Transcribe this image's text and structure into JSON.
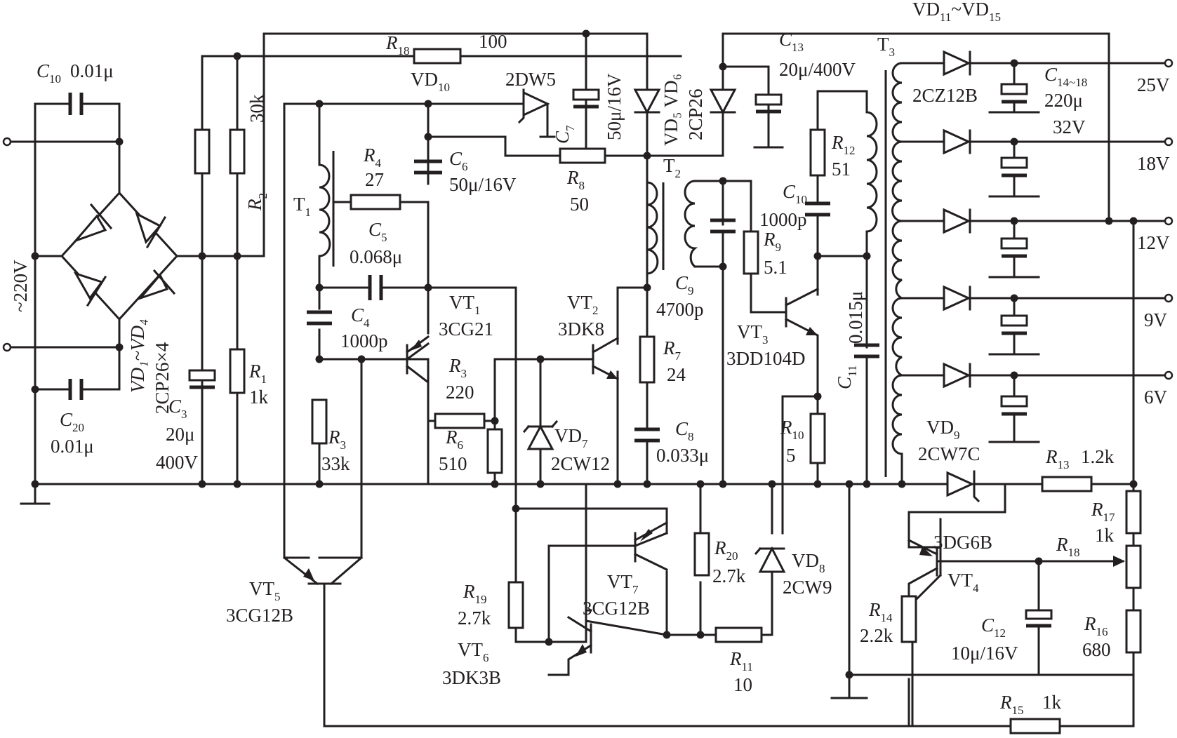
{
  "labels": {
    "c10_top": "0.01μ",
    "c10_name": "C",
    "c10_sub": "10",
    "mains": "~220V",
    "c20_name": "C",
    "c20_sub": "20",
    "c20_val": "0.01μ",
    "bridge_name": "VD₁~VD₄",
    "bridge_type": "2CP26×4",
    "c3_name": "C",
    "c3_sub": "3",
    "c3_val1": "20μ",
    "c3_val2": "400V",
    "r2_val": "30k",
    "r2_name": "R",
    "r2_sub": "2",
    "r1_name": "R",
    "r1_sub": "1",
    "r1_val": "1k",
    "r18_name": "R",
    "r18_sub": "18",
    "r18_val": "100",
    "vd10_name": "VD",
    "vd10_sub": "10",
    "vd10_type": "2DW5",
    "c7_name": "C",
    "c7_sub": "7",
    "c7_val": "50μ/16V",
    "vd56_name": "VD₅ VD₆",
    "vd56_type": "2CP26",
    "c6_name": "C",
    "c6_sub": "6",
    "c6_val": "50μ/16V",
    "r8_name": "R",
    "r8_sub": "8",
    "r8_val": "50",
    "r4_name": "R",
    "r4_sub": "4",
    "r4_val": "27",
    "t1_name": "T",
    "t1_sub": "1",
    "c5_name": "C",
    "c5_sub": "5",
    "c5_val": "0.068μ",
    "c4_name": "C",
    "c4_sub": "4",
    "c4_val": "1000p",
    "vt1_name": "VT",
    "vt1_sub": "1",
    "vt1_type": "3CG21",
    "r3a_name": "R",
    "r3a_sub": "3",
    "r3a_val": "220",
    "r6_name": "R",
    "r6_sub": "6",
    "r6_val": "510",
    "r3b_name": "R",
    "r3b_sub": "3",
    "r3b_val": "33k",
    "vt2_name": "VT",
    "vt2_sub": "2",
    "vt2_type": "3DK8",
    "vd7_name": "VD",
    "vd7_sub": "7",
    "vd7_type": "2CW12",
    "t2_name": "T",
    "t2_sub": "2",
    "c9_name": "C",
    "c9_sub": "9",
    "c9_val": "4700p",
    "r7_name": "R",
    "r7_sub": "7",
    "r7_val": "24",
    "c8_name": "C",
    "c8_sub": "8",
    "c8_val": "0.033μ",
    "c13_name": "C",
    "c13_sub": "13",
    "c13_val": "20μ/400V",
    "r12_name": "R",
    "r12_sub": "12",
    "r12_val": "51",
    "c10b_name": "C",
    "c10b_sub": "10",
    "c10b_val": "1000p",
    "r9_name": "R",
    "r9_sub": "9",
    "r9_val": "5.1",
    "vt3_name": "VT",
    "vt3_sub": "3",
    "vt3_type": "3DD104D",
    "c11_name": "C",
    "c11_sub": "11",
    "c11_val": "0.015μ",
    "r10_name": "R",
    "r10_sub": "10",
    "r10_val": "5",
    "t3_name": "T",
    "t3_sub": "3",
    "vd1115_name": "VD",
    "vd1115_sub1": "11",
    "vd1115_sep": "~VD",
    "vd1115_sub2": "15",
    "diode_type": "2CZ12B",
    "c1418_name": "C",
    "c1418_sub": "14~18",
    "c1418_val1": "220μ",
    "c1418_val2": "32V",
    "out_25": "25V",
    "out_18": "18V",
    "out_12": "12V",
    "out_9": "9V",
    "out_6": "6V",
    "vd9_name": "VD",
    "vd9_sub": "9",
    "vd9_type": "2CW7C",
    "r13_name": "R",
    "r13_sub": "13",
    "r13_val": "1.2k",
    "r17_name": "R",
    "r17_sub": "17",
    "r17_val": "1k",
    "r18b_name": "R",
    "r18b_sub": "18",
    "vt4_type": "3DG6B",
    "vt4_name": "VT",
    "vt4_sub": "4",
    "r14_name": "R",
    "r14_sub": "14",
    "r14_val": "2.2k",
    "c12_name": "C",
    "c12_sub": "12",
    "c12_val": "10μ/16V",
    "r16_name": "R",
    "r16_sub": "16",
    "r16_val": "680",
    "r15_name": "R",
    "r15_sub": "15",
    "r15_val": "1k",
    "vt5_name": "VT",
    "vt5_sub": "5",
    "vt5_type": "3CG12B",
    "r19_name": "R",
    "r19_sub": "19",
    "r19_val": "2.7k",
    "vt6_name": "VT",
    "vt6_sub": "6",
    "vt6_type": "3DK3B",
    "vt7_name": "VT",
    "vt7_sub": "7",
    "vt7_type": "3CG12B",
    "r20_name": "R",
    "r20_sub": "20",
    "r20_val": "2.7k",
    "vd8_name": "VD",
    "vd8_sub": "8",
    "vd8_type": "2CW9",
    "r11_name": "R",
    "r11_sub": "11",
    "r11_val": "10"
  }
}
